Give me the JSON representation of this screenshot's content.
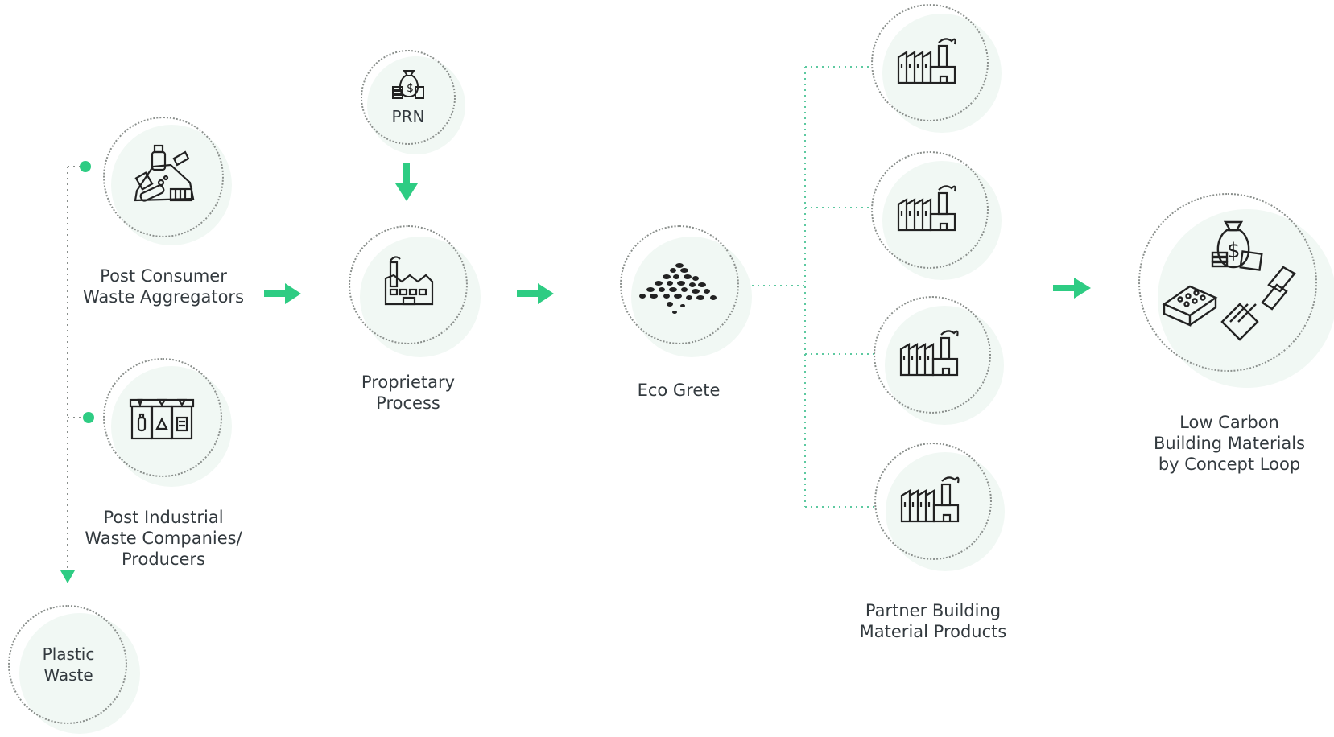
{
  "diagram": {
    "nodes": {
      "prn": {
        "label": "PRN",
        "icon": "money-bag-icon"
      },
      "post_consumer": {
        "label_lines": [
          "Post Consumer",
          "Waste Aggregators"
        ],
        "icon": "waste-pile-icon"
      },
      "post_industrial": {
        "label_lines": [
          "Post Industrial",
          "Waste Companies/",
          "Producers"
        ],
        "icon": "recycling-bins-icon"
      },
      "plastic_waste": {
        "label_lines": [
          "Plastic",
          "Waste"
        ]
      },
      "proprietary_process": {
        "label_lines": [
          "Proprietary",
          "Process"
        ],
        "icon": "factory-icon"
      },
      "eco_grete": {
        "label": "Eco Grete",
        "icon": "aggregate-pile-icon"
      },
      "partners": {
        "label_lines": [
          "Partner Building",
          "Material Products"
        ],
        "icon": "industrial-plant-icon",
        "count": 4
      },
      "low_carbon": {
        "label_lines": [
          "Low Carbon",
          "Building Materials",
          "by Concept Loop"
        ],
        "icon": "building-materials-icon"
      }
    },
    "colors": {
      "accent": "#2ecc83",
      "connector": "#5cc9a0",
      "ring": "#8a8f8c",
      "circle_fill": "#f1f8f4",
      "text": "#333a3f"
    }
  }
}
